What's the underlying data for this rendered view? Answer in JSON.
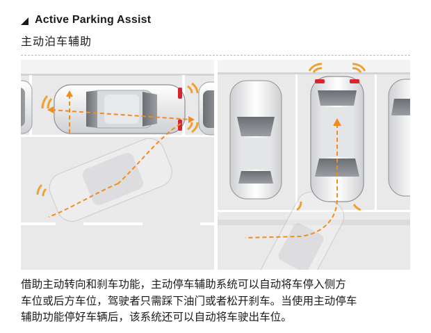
{
  "header": {
    "title": "Active Parking Assist",
    "subtitle": "主动泊车辅助"
  },
  "caption": {
    "lines": [
      "借助主动转向和刹车功能，主动停车辅助系统可以自动将车停入侧方",
      "车位或后方车位，驾驶者只需踩下油门或者松开刹车。当使用主动停车",
      "辅助功能停好车辆后，该系统还可以自动将车驶出车位。"
    ]
  },
  "colors": {
    "path": "#f08c1e",
    "sensor_glow": "#f0a030",
    "brake_light": "#d9232e",
    "road": "#e9e9ea",
    "road_mark": "#ffffff"
  },
  "illustrations": {
    "left": {
      "scenario": "parallel parking (side space)",
      "icon": "car-parallel-parking-illustration"
    },
    "right": {
      "scenario": "perpendicular parking (rear space)",
      "icon": "car-perpendicular-parking-illustration"
    }
  }
}
